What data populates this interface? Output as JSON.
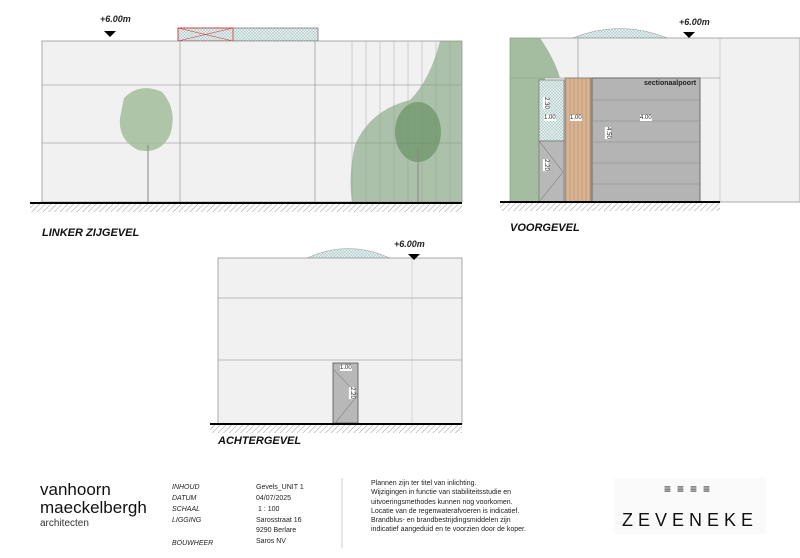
{
  "views": {
    "left": {
      "title": "LINKER ZIJGEVEL",
      "level": "+6.00m"
    },
    "front": {
      "title": "VOORGEVEL",
      "level": "+6.00m",
      "door_label": "sectionaalpoort",
      "dims": {
        "w1": "1.00",
        "w2": "1.00",
        "w3": "4.00",
        "h_gate": "4.50",
        "h_window": "2.30",
        "h_door": "2.20"
      }
    },
    "back": {
      "title": "ACHTERGEVEL",
      "level": "+6.00m",
      "dims": {
        "w": "1.00",
        "h": "2.20"
      }
    }
  },
  "titleblock": {
    "firm_line1": "vanhoorn",
    "firm_line2": "maeckelbergh",
    "firm_line3": "architecten",
    "fields": [
      {
        "key": "INHOUD",
        "value": "Gevels_UNIT 1"
      },
      {
        "key": "DATUM",
        "value": "04/07/2025"
      },
      {
        "key": "SCHAAL",
        "value": "1 : 100"
      },
      {
        "key": "LIGGING",
        "value": "Sarosstraat 16"
      },
      {
        "key": "",
        "value": "9290 Berlare"
      },
      {
        "key": "BOUWHEER",
        "value": "Saros NV"
      }
    ],
    "notes": "Plannen zijn ter titel van inlichting.\nWijzigingen in functie van stabiliteitsstudie en\nuitvoeringsmethodes kunnen nog voorkomen.\nLocatie van de regenwaterafvoeren is indicatief.\nBrandblus- en brandbestrijdingsmiddelen zijn\nindicatief aangeduid en te voorzien door de koper.",
    "client_logo": "ZEVENEKE",
    "client_mark": "≡≡≡≡"
  }
}
